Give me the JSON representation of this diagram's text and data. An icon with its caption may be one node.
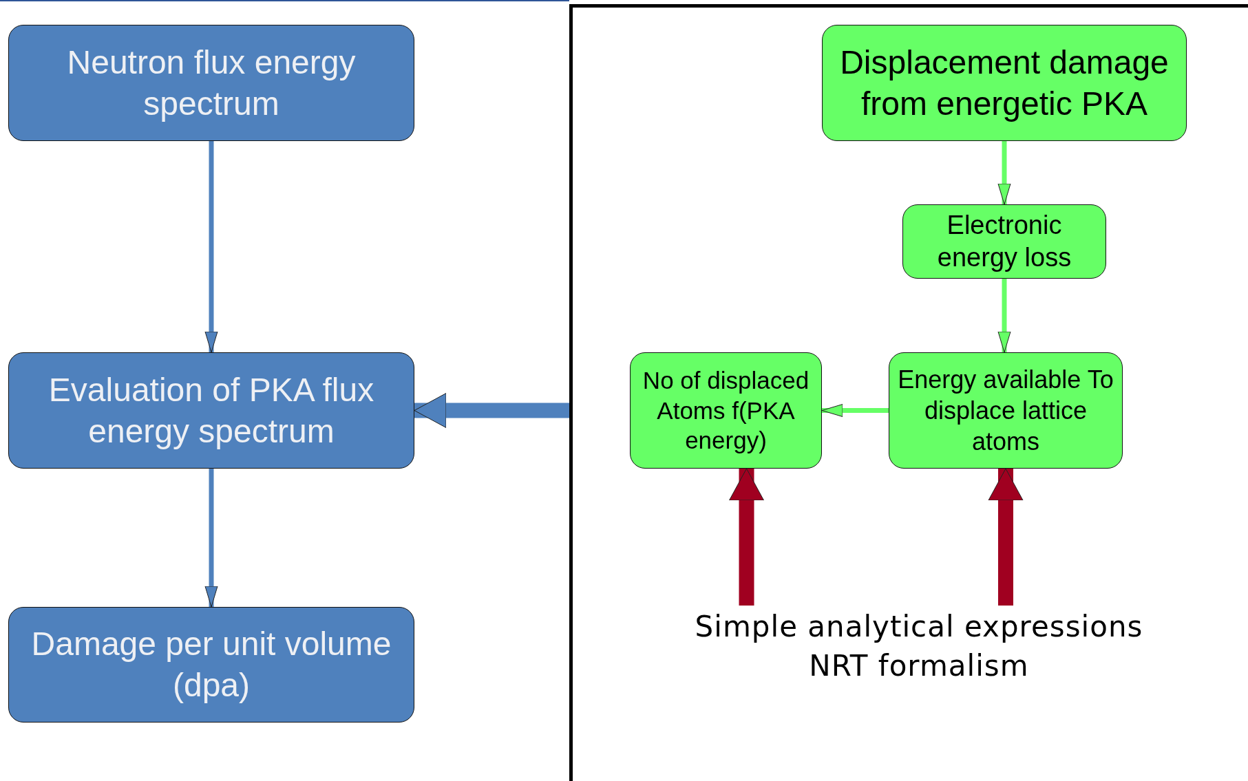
{
  "diagram": {
    "nodes": [
      {
        "text": [
          "Neutron flux energy spectrum"
        ]
      },
      {
        "text": [
          "Evaluation of  PKA flux energy spectrum"
        ]
      },
      {
        "text": [
          "Damage per unit volume (dpa)"
        ]
      },
      {
        "text": [],
        "shape": "box"
      },
      {
        "text": [
          "Displacement damage from energetic PKA"
        ],
        "in": 3
      },
      {
        "text": [
          "Electronic energy loss"
        ],
        "in": 3
      },
      {
        "text": [
          "Energy available To displace lattice atoms"
        ],
        "in": 3
      },
      {
        "text": [
          "No of displaced Atoms f(PKA energy)"
        ],
        "in": 3
      },
      {
        "text": [
          "Simple analytical expressions NRT formalism"
        ],
        "in": 3
      }
    ],
    "edges": [
      {
        "from": 0,
        "to": 1,
        "arrow": "to"
      },
      {
        "from": 1,
        "to": 2,
        "arrow": "to"
      },
      {
        "from": 3,
        "to": 1,
        "arrow": "to",
        "style": "thick"
      },
      {
        "from": 4,
        "to": 5,
        "arrow": "to",
        "color": "#66ff66"
      },
      {
        "from": 5,
        "to": 6,
        "arrow": "to",
        "color": "#66ff66"
      },
      {
        "from": 6,
        "to": 7,
        "arrow": "to",
        "color": "#66ff66"
      },
      {
        "from": 8,
        "to": 7,
        "arrow": "to",
        "style": "thick",
        "color": "#a00020"
      },
      {
        "from": 8,
        "to": 6,
        "arrow": "to",
        "style": "thick",
        "color": "#a00020"
      }
    ]
  }
}
